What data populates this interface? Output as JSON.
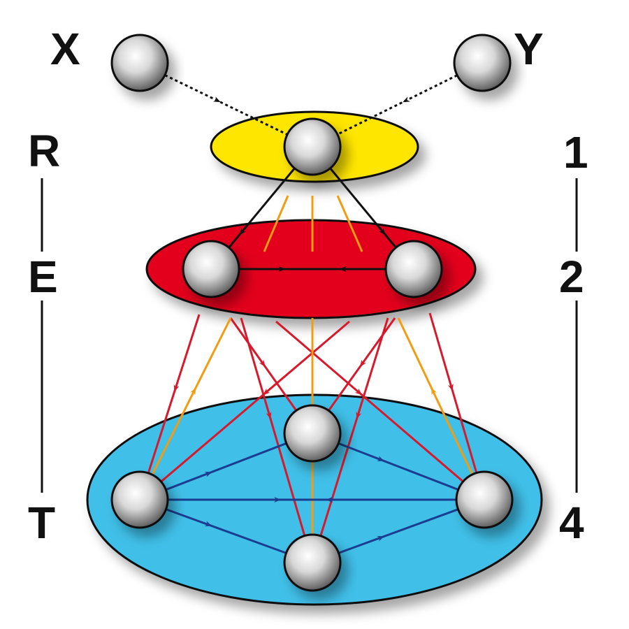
{
  "labels": {
    "input_x": "X",
    "input_y": "Y",
    "left_levels": [
      "R",
      "E",
      "T"
    ],
    "right_levels": [
      "1",
      "2",
      "4"
    ]
  },
  "colors": {
    "yellow_layer": "#ffe600",
    "red_layer": "#e2001a",
    "blue_layer": "#3fbfe8",
    "red_edge": "#d7192b",
    "orange_edge": "#f39c12",
    "blue_edge": "#1a3d8f",
    "black_edge": "#111111"
  }
}
